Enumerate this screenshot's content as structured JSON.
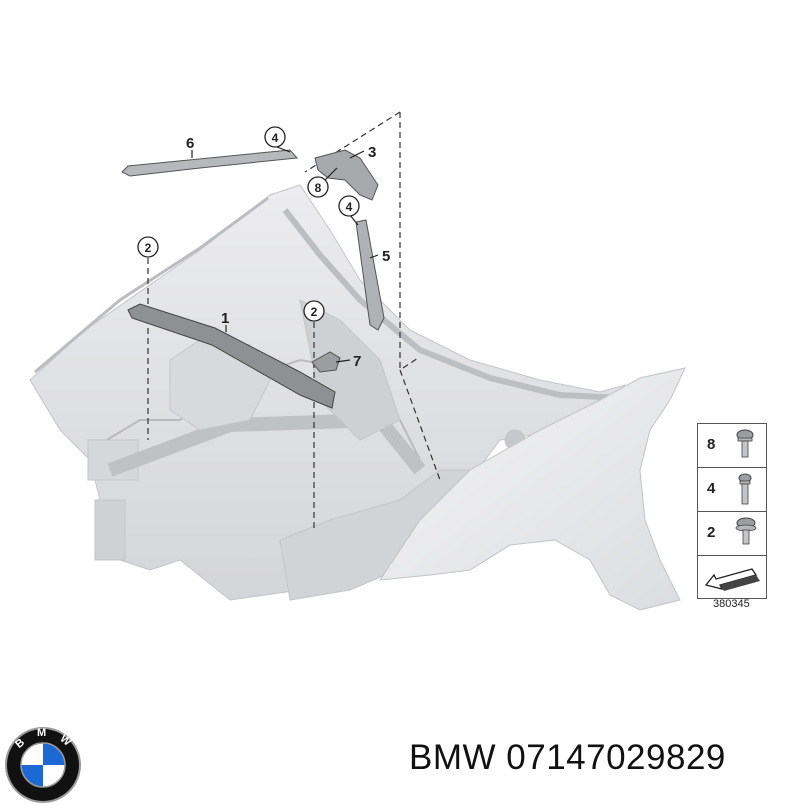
{
  "callouts": {
    "c1": "1",
    "c2a": "2",
    "c2b": "2",
    "c3": "3",
    "c4a": "4",
    "c4b": "4",
    "c5": "5",
    "c6": "6",
    "c7": "7",
    "c8": "8"
  },
  "legend": {
    "items": [
      {
        "num": "8",
        "icon": "bolt-with-washer-icon"
      },
      {
        "num": "4",
        "icon": "bolt-icon"
      },
      {
        "num": "2",
        "icon": "bolt-with-flange-icon"
      }
    ],
    "arrow_icon": "direction-arrow-icon",
    "ref_code": "380345"
  },
  "brand": {
    "logo": "bmw-roundel-logo",
    "logo_letters": "BMW",
    "colors": {
      "blue": "#1c69d4",
      "black": "#111111",
      "white": "#ffffff",
      "chrome": "#9a9a9a"
    }
  },
  "caption": "BMW 07147029829"
}
